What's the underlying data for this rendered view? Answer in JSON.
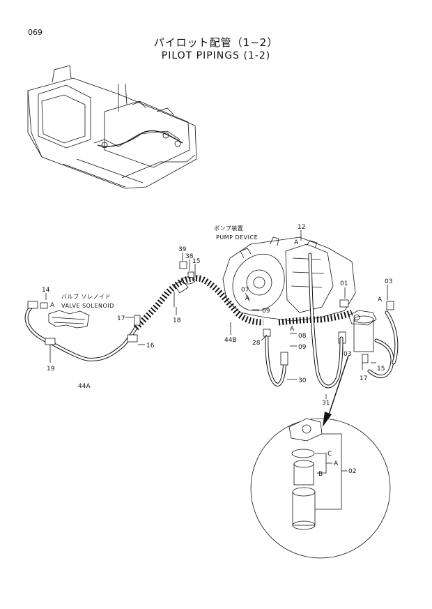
{
  "header": {
    "page_number": "069",
    "title_jp": "パイロット配管（1−2）",
    "title_en": "PILOT PIPINGS (1-2)"
  },
  "callouts": {
    "pump_device_jp": "ポンプ装置",
    "pump_device_en": "PUMP DEVICE",
    "valve_solenoid_jp": "バルブ ソレノイド",
    "valve_solenoid_en": "VALVE SOLENOID"
  },
  "part_labels": {
    "p14": "14",
    "pA1": "A",
    "p17a": "17",
    "p19": "19",
    "p44A": "44A",
    "p16": "16",
    "p39": "39",
    "p38": "38",
    "p15a": "15",
    "p18": "18",
    "p44B": "44B",
    "p12": "12",
    "pA2": "A",
    "p07": "07",
    "pA3": "A",
    "p09a": "09",
    "p28": "28",
    "pA4": "A",
    "p08": "08",
    "p09b": "09",
    "p01": "01",
    "p03a": "03",
    "pA5": "A",
    "p03b": "03",
    "p15b": "15",
    "p17b": "17",
    "p30": "30",
    "p31": "31",
    "pC": "C",
    "pA6": "A",
    "pB": "B",
    "p02": "02"
  }
}
